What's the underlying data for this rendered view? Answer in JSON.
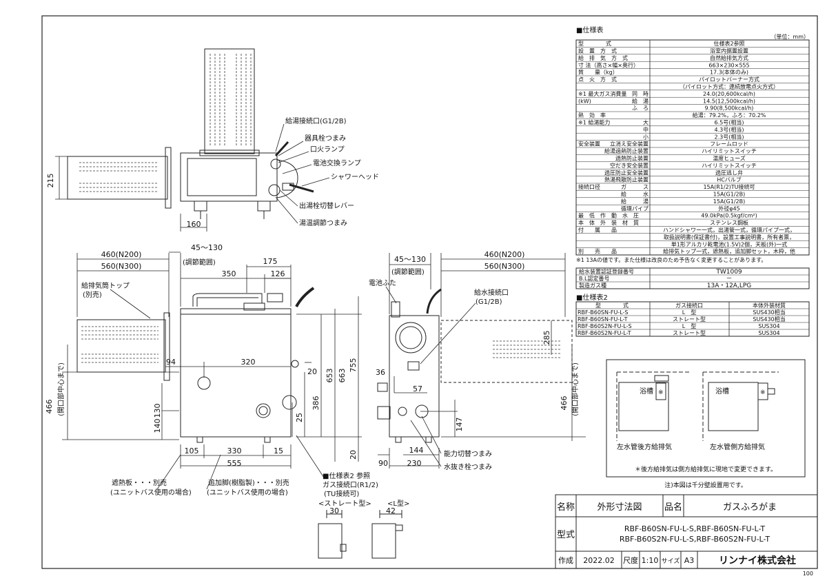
{
  "spec": {
    "title": "■仕様表",
    "unit": "（単位：mm）",
    "rows": [
      {
        "label": "型　　　　式",
        "value": "仕様表2参照"
      },
      {
        "label": "設　置　方　式",
        "value": "浴室内据置設置"
      },
      {
        "label": "給　排　気　方　式",
        "value": "自然給排気方式"
      },
      {
        "label": "寸 法（高さ×幅×奥行）",
        "value": "663×230×555"
      },
      {
        "label": "質　　量（kg）",
        "value": "17.3(本体のみ)"
      },
      {
        "label": "点　火　方　式",
        "value": "パイロットバーナー方式"
      },
      {
        "label": "",
        "value": "（パイロット方式：連続放電点火方式）"
      },
      {
        "label": "※1 最大ガス消費量",
        "sub": "同　時",
        "value": "24.0(20,600kcal/h)"
      },
      {
        "label": "(kW)",
        "sub": "給　湯",
        "value": "14.5(12,500kcal/h)"
      },
      {
        "label": "",
        "sub": "ふ　ろ",
        "value": "9.90(8,500kcal/h)"
      },
      {
        "label": "熱　効　率",
        "value": "給湯：79.2%，ふろ：70.2%"
      },
      {
        "label": "※1 給湯能力",
        "sub": "大",
        "value": "6.5号(相当)"
      },
      {
        "label": "",
        "sub": "中",
        "value": "4.3号(相当)"
      },
      {
        "label": "",
        "sub": "小",
        "value": "2.3号(相当)"
      },
      {
        "label": "安全装置",
        "sub": "立消え安全装置",
        "value": "フレームロッド"
      },
      {
        "label": "",
        "sub": "給湯過熱防止装置",
        "value": "ハイリミットスイッチ"
      },
      {
        "label": "",
        "sub": "過熱防止装置",
        "value": "温度ヒューズ"
      },
      {
        "label": "",
        "sub": "空だき安全装置",
        "value": "ハイリミットスイッチ"
      },
      {
        "label": "",
        "sub": "過圧防止安全装置",
        "value": "過圧逃し弁"
      },
      {
        "label": "",
        "sub": "熱湯飛散防止装置",
        "value": "HCバルブ"
      },
      {
        "label": "接続口径",
        "sub": "ガ　　　ス",
        "value": "15A(R1/2)TU接続可"
      },
      {
        "label": "",
        "sub": "給　　　水",
        "value": "15A(G1/2B)"
      },
      {
        "label": "",
        "sub": "給　　　湯",
        "value": "15A(G1/2B)"
      },
      {
        "label": "",
        "sub": "循環パイプ",
        "value": "外径φ45"
      },
      {
        "label": "最　低　作　動　水　圧",
        "value": "49.0kPa(0.5kgf/cm²)"
      },
      {
        "label": "本　体　外　装　材　質",
        "value": "ステンレス鋼板"
      },
      {
        "label": "付　　属　　品",
        "value": "ハンドシャワー一式，出湯管一式，循環パイプ一式，"
      },
      {
        "label": "",
        "value": "取扱説明書(保証書付)，設置工事説明書，所有者票，"
      },
      {
        "label": "",
        "value": "単1形アルカリ乾電池(1.5V)2個，天板(外)一式"
      },
      {
        "label": "別　　売　　品",
        "value": "給排気トップ一式，遮熱板，追加脚セット，木枠，他"
      }
    ],
    "note": "※1 13Aの値です。また仕様は改良のため予告なく変更することがあります。",
    "cert": [
      {
        "label": "給水装置認証登録番号",
        "value": "TW1009"
      },
      {
        "label": "B.L認定番号",
        "value": "－"
      },
      {
        "label": "製造ガス種",
        "value": "13A・12A,LPG"
      }
    ]
  },
  "spec2": {
    "title": "■仕様表2",
    "headers": [
      "型　　　　式",
      "ガス接続口",
      "本体外装材質"
    ],
    "rows": [
      [
        "RBF-B60SN-FU-L-S",
        "L　型",
        "SUS430相当"
      ],
      [
        "RBF-B60SN-FU-L-T",
        "ストレート型",
        "SUS430相当"
      ],
      [
        "RBF-B60S2N-FU-L-S",
        "L　型",
        "SUS304"
      ],
      [
        "RBF-B60S2N-FU-L-T",
        "ストレート型",
        "SUS304"
      ]
    ]
  },
  "install": {
    "tub": "浴槽",
    "unit_mark": "※",
    "left_caption": "左水管後方給排気",
    "right_caption": "左水管側方給排気",
    "note": "＊後方給排気は側方給排気に現地で変更できます。",
    "note2": "注)本図は千分壁設置用です。"
  },
  "labels": {
    "hot_outlet": "給湯接続口(G1/2B)",
    "appliance_tap": "器具栓つまみ",
    "pilot_lamp": "口火ランプ",
    "battery_lamp": "電池交換ランプ",
    "shower_head": "シャワーヘッド",
    "outlet_lever": "出湯栓切替レバー",
    "temp_knob": "湯温調節つまみ",
    "exhaust_top": "給排気筒トップ",
    "sold_sep": "(別売)",
    "battery_lid": "電池ふた",
    "water_inlet": "給水接続口",
    "water_inlet2": "(G1/2B)",
    "capacity_knob": "能力切替つまみ",
    "drain_plug": "水抜き栓つまみ",
    "heat_shield": "遮熱板・・・別売",
    "heat_shield2": "(ユニットバス使用の場合)",
    "extra_leg": "追加脚(樹脂製)・・・別売",
    "extra_leg2": "(ユニットバス使用の場合)",
    "spec2_ref": "■仕様表2 参照",
    "gas_inlet": "ガス接続口(R1/2)",
    "tu_ok": "(TU接続可)",
    "straight": "<ストレート型>",
    "ltype": "<L型>",
    "adj_range": "(調節範囲)",
    "center_note": "(開口部中心まで)"
  },
  "dims": {
    "d215": "215",
    "d160": "160",
    "d460n200": "460(N200)",
    "d560n300": "560(N300)",
    "d45_130": "45～130",
    "d175": "175",
    "d350": "350",
    "d126": "126",
    "d94": "94",
    "d320": "320",
    "d20": "20",
    "d653": "653",
    "d663": "663",
    "d755": "755",
    "d386": "386",
    "d25": "25",
    "d466": "466",
    "d130": "130",
    "d140": "140",
    "d105": "105",
    "d330": "330",
    "d15": "15",
    "d555": "555",
    "d36": "36",
    "d57": "57",
    "d285": "285",
    "d147": "147",
    "d144": "144",
    "d90": "90",
    "d230": "230",
    "d30": "30",
    "d42": "42"
  },
  "title_block": {
    "name_h": "名称",
    "name": "外形寸法図",
    "product_h": "品名",
    "product": "ガスふろがま",
    "model_h": "型式",
    "model1": "RBF-B60SN-FU-L-S,RBF-B60SN-FU-L-T",
    "model2": "RBF-B60S2N-FU-L-S,RBF-B60S2N-FU-L-T",
    "made_h": "作成",
    "date": "2022.02",
    "scale_h": "尺度",
    "scale": "1:10",
    "size_h": "サイズ",
    "size": "A3",
    "company": "リンナイ株式会社",
    "page": "100"
  }
}
